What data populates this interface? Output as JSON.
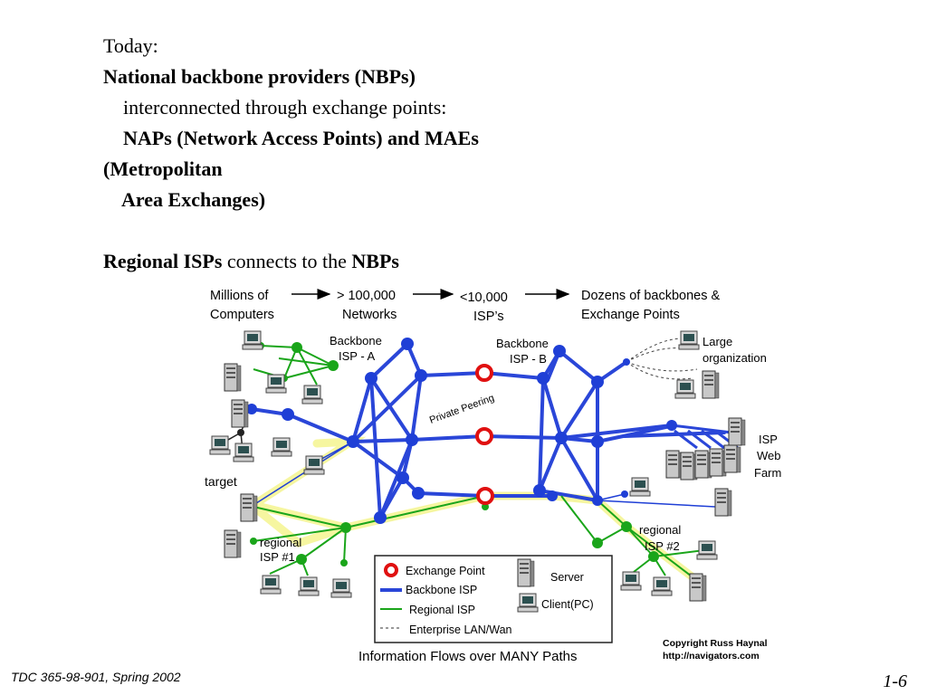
{
  "slide": {
    "today": "Today:",
    "nbp_heading": "National backbone providers (NBPs)",
    "interconnected": "interconnected through exchange points:",
    "naps_line": "NAPs (Network Access Points) and MAEs",
    "metro_line": "(Metropolitan",
    "area_line": "Area Exchanges)",
    "regional_bold": "Regional ISPs",
    "regional_mid": "connects to the",
    "regional_nbps": "NBPs"
  },
  "diagram": {
    "flow": [
      "Millions of",
      "Computers",
      "> 100,000",
      "Networks",
      "<10,000",
      "ISP’s",
      "Dozens of backbones &",
      "Exchange Points"
    ],
    "labels": {
      "backbone_a_1": "Backbone",
      "backbone_a_2": "ISP - A",
      "backbone_b_1": "Backbone",
      "backbone_b_2": "ISP - B",
      "private_peering": "Private Peering",
      "large_org_1": "Large",
      "large_org_2": "organization",
      "isp_web_1": "ISP",
      "isp_web_2": "Web",
      "isp_web_3": "Farm",
      "target": "target",
      "regional1_1": "regional",
      "regional1_2": "ISP #1",
      "regional2_1": "regional",
      "regional2_2": "ISP #2",
      "copyright_1": "Copyright Russ Haynal",
      "copyright_2": "http://navigators.com",
      "caption": "Information Flows over MANY Paths"
    },
    "legend": {
      "exchange_point": "Exchange Point",
      "backbone_isp": "Backbone ISP",
      "regional_isp": "Regional ISP",
      "enterprise": "Enterprise LAN/Wan",
      "server": "Server",
      "client": "Client(PC)"
    },
    "colors": {
      "backbone": "#2a46d8",
      "node": "#1f3fd6",
      "regional": "#1aa51a",
      "exchange": "#e01010",
      "highlight": "#f6f6a0"
    }
  },
  "footer": {
    "course": "TDC 365-98-901, Spring 2002",
    "page": "1-6"
  }
}
